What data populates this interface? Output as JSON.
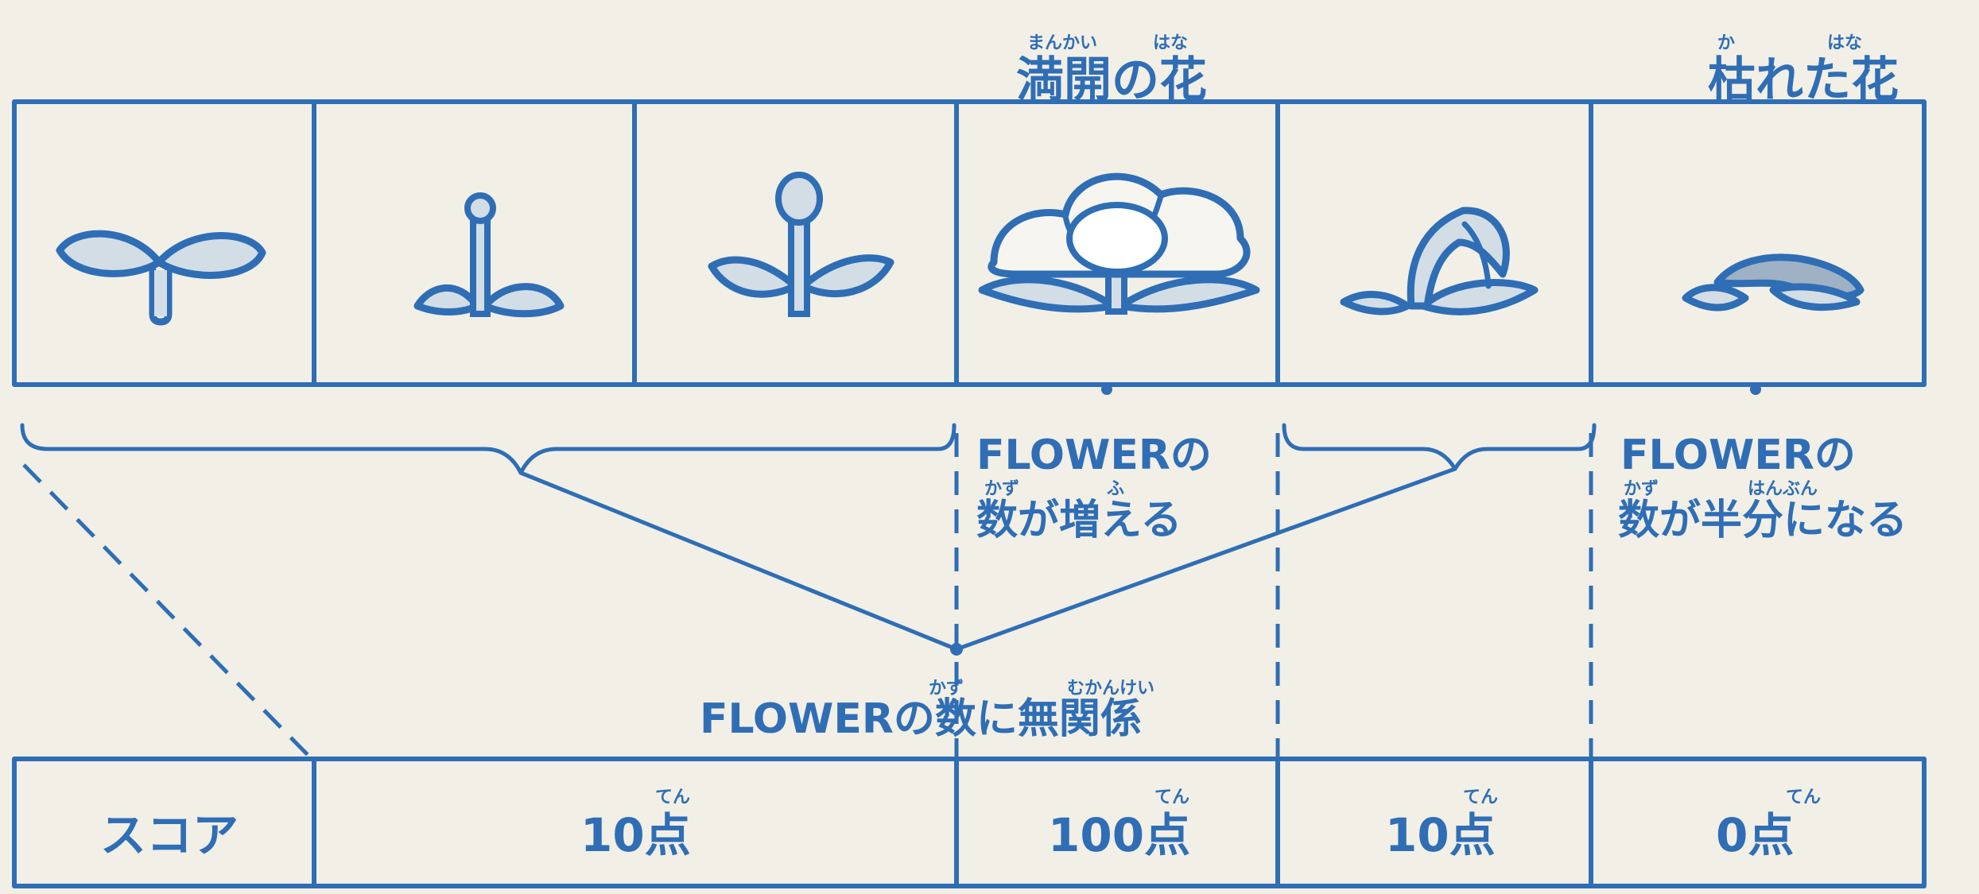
{
  "headings": {
    "full_bloom": {
      "text": "満開の花",
      "ruby": [
        "まんかい",
        "はな"
      ]
    },
    "withered": {
      "text": "枯れた花",
      "ruby": [
        "か",
        "はな"
      ]
    }
  },
  "stage_icons": [
    "sprout-icon",
    "bud-small-icon",
    "bud-large-icon",
    "full-bloom-flower-icon",
    "wilting-flower-icon",
    "withered-flower-icon"
  ],
  "annotations": {
    "increase": {
      "line1": "FLOWERの",
      "line2": "数が増える",
      "ruby": [
        "かず",
        "ふ"
      ]
    },
    "halve": {
      "line1": "FLOWERの",
      "line2": "数が半分になる",
      "ruby": [
        "かず",
        "はんぶん"
      ]
    },
    "unrelated": {
      "text": "FLOWERの数に無関係",
      "ruby": [
        "かず",
        "むかんけい"
      ]
    }
  },
  "score_row": {
    "label": "スコア",
    "cells": [
      {
        "text": "10点",
        "ruby": "てん"
      },
      {
        "text": "100点",
        "ruby": "てん"
      },
      {
        "text": "10点",
        "ruby": "てん"
      },
      {
        "text": "0点",
        "ruby": "てん"
      }
    ]
  },
  "colors": {
    "ink": "#2f6eb5",
    "paper": "#f2efe6",
    "leaf_fill": "#d3dde6"
  }
}
